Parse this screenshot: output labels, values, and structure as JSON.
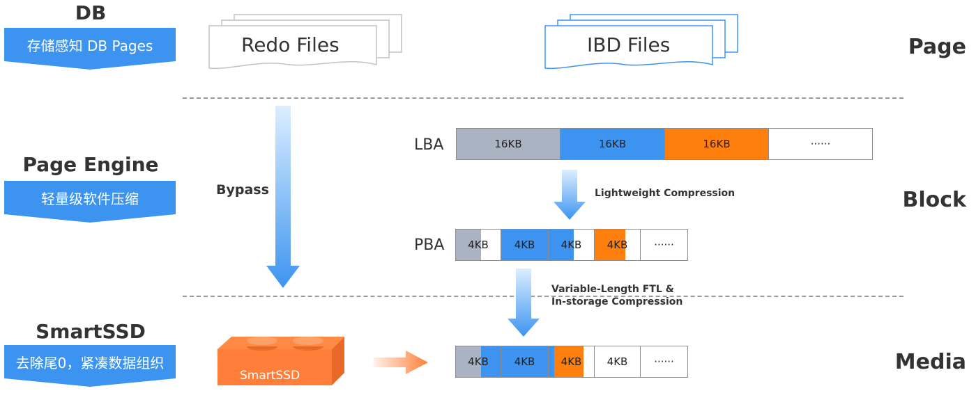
{
  "layers": {
    "db": {
      "title": "DB",
      "tag": "存储感知 DB Pages"
    },
    "page_engine": {
      "title": "Page Engine",
      "tag": "轻量级软件压缩"
    },
    "smartssd": {
      "title": "SmartSSD",
      "tag": "去除尾0，紧凑数据组织"
    }
  },
  "right_labels": {
    "page": "Page",
    "block": "Block",
    "media": "Media"
  },
  "files": {
    "redo": "Redo Files",
    "ibd": "IBD Files"
  },
  "bypass": "Bypass",
  "lba": {
    "label": "LBA",
    "segments": [
      "16KB",
      "16KB",
      "16KB",
      "······"
    ]
  },
  "pba": {
    "label": "PBA",
    "segments": [
      "4KB",
      "4KB",
      "4KB",
      "4KB",
      "······"
    ]
  },
  "media_row": {
    "segments": [
      "4KB",
      "4KB",
      "4KB",
      "4KB",
      "······"
    ]
  },
  "arrows": {
    "lightweight": "Lightweight Compression",
    "ftl_line1": "Variable-Length FTL &",
    "ftl_line2": "In-storage Compression"
  },
  "device": {
    "label": "SmartSSD"
  },
  "colors": {
    "blue": "#3d94f0",
    "orange": "#ff7f0e",
    "gray": "#aab3c2"
  }
}
